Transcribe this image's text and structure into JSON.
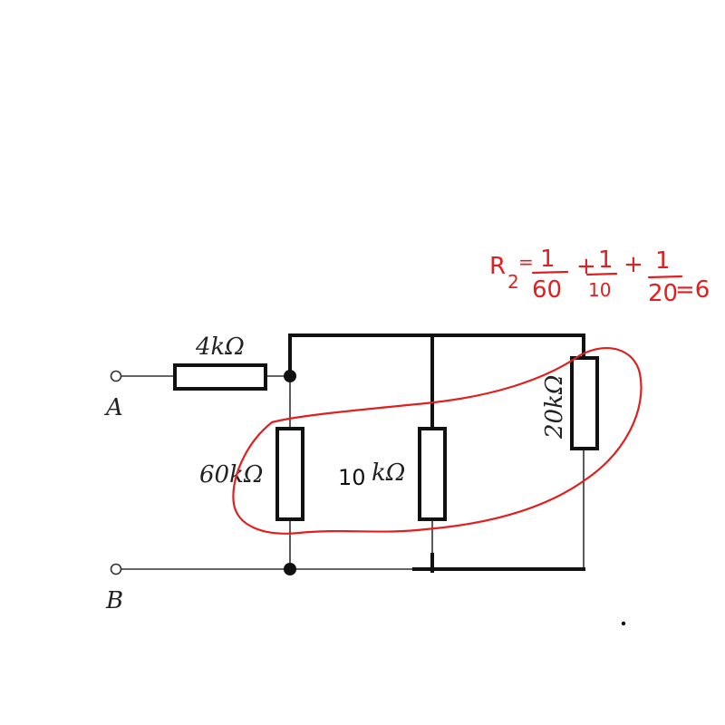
{
  "diagram": {
    "terminals": {
      "a_label": "A",
      "b_label": "B"
    },
    "resistors": {
      "r_series": "4kΩ",
      "r_60": "60kΩ",
      "r_10_num": "10",
      "r_10_unit": "kΩ",
      "r_20": "20kΩ"
    },
    "annotation": {
      "lhs": "R",
      "subscript": "2",
      "eq": "=",
      "term1_num": "1",
      "term1_den": "60",
      "plus": "+",
      "term2_num": "1",
      "term2_den": "10",
      "term3_num": "1",
      "term3_den": "20",
      "result": "=6"
    },
    "colors": {
      "ink": "#111111",
      "annotation": "#e02020"
    }
  }
}
